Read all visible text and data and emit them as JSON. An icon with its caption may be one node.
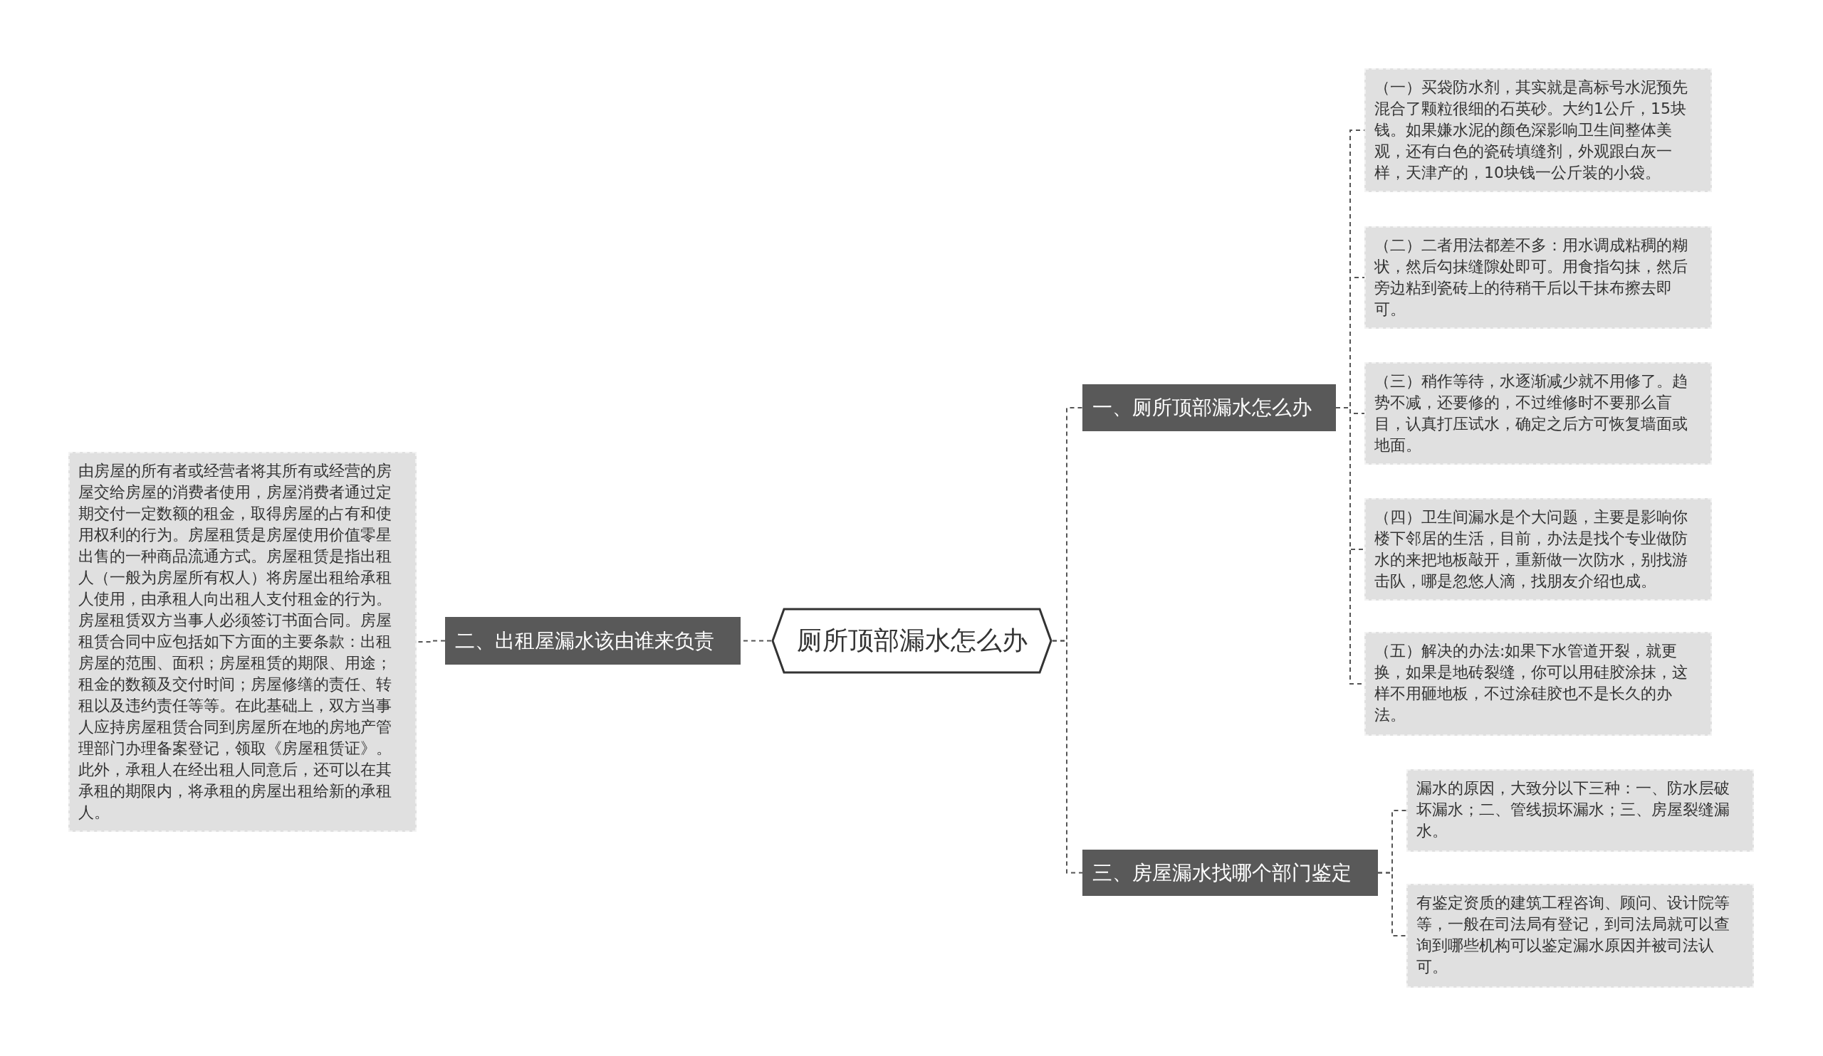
{
  "diagram": {
    "nodes": [
      {
        "text": [
          "厕所顶部漏水怎么办"
        ]
      },
      {
        "text": [
          "一、厕所顶部漏水怎么办"
        ]
      },
      {
        "text": [
          "（一）买袋防水剂，其实就是高标号水泥预先混合了颗粒很细的石英砂。大约1公斤，15块钱。如果嫌水泥的颜色深影响卫生间整体美观，还有白色的瓷砖填缝剂，外观跟白灰一样，天津产的，10块钱一公斤装的小袋。"
        ]
      },
      {
        "text": [
          "（二）二者用法都差不多：用水调成粘稠的糊状，然后勾抹缝隙处即可。用食指勾抹，然后旁边粘到瓷砖上的待稍干后以干抹布擦去即可。"
        ]
      },
      {
        "text": [
          "（三）稍作等待，水逐渐减少就不用修了。趋势不减，还要修的，不过维修时不要那么盲目，认真打压试水，确定之后方可恢复墙面或地面。"
        ]
      },
      {
        "text": [
          "（四）卫生间漏水是个大问题，主要是影响你楼下邻居的生活，目前，办法是找个专业做防水的来把地板敲开，重新做一次防水，别找游击队，哪是忽悠人滴，找朋友介绍也成。"
        ]
      },
      {
        "text": [
          "（五）解决的办法:如果下水管道开裂，就更换，如果是地砖裂缝，你可以用硅胶涂抹，这样不用砸地板，不过涂硅胶也不是长久的办法。"
        ]
      },
      {
        "text": [
          "二、出租屋漏水该由谁来负责"
        ]
      },
      {
        "text": [
          "由房屋的所有者或经营者将其所有或经营的房屋交给房屋的消费者使用，房屋消费者通过定期交付一定数额的租金，取得房屋的占有和使用权利的行为。房屋租赁是房屋使用价值零星出售的一种商品流通方式。房屋租赁是指出租人（一般为房屋所有权人）将房屋出租给承租人使用，由承租人向出租人支付租金的行为。房屋租赁双方当事人必须签订书面合同。房屋租赁合同中应包括如下方面的主要条款：出租房屋的范围、面积；房屋租赁的期限、用途；租金的数额及交付时间；房屋修缮的责任、转租以及违约责任等等。在此基础上，双方当事人应持房屋租赁合同到房屋所在地的房地产管理部门办理备案登记，领取《房屋租赁证》。此外，承租人在经出租人同意后，还可以在其承租的期限内，将承租的房屋出租给新的承租人。"
        ]
      },
      {
        "text": [
          "三、房屋漏水找哪个部门鉴定"
        ]
      },
      {
        "text": [
          "漏水的原因，大致分以下三种：一、防水层破坏漏水；二、管线损坏漏水；三、房屋裂缝漏水。"
        ]
      },
      {
        "text": [
          "有鉴定资质的建筑工程咨询、顾问、设计院等等，一般在司法局有登记，到司法局就可以查询到哪些机构可以鉴定漏水原因并被司法认可。"
        ]
      }
    ],
    "edges": [
      {
        "from": 0,
        "to": 1,
        "arrow": "none",
        "style": "dashed"
      },
      {
        "from": 1,
        "to": 2,
        "arrow": "none",
        "style": "dashed"
      },
      {
        "from": 1,
        "to": 3,
        "arrow": "none",
        "style": "dashed"
      },
      {
        "from": 1,
        "to": 4,
        "arrow": "none",
        "style": "dashed"
      },
      {
        "from": 1,
        "to": 5,
        "arrow": "none",
        "style": "dashed"
      },
      {
        "from": 1,
        "to": 6,
        "arrow": "none",
        "style": "dashed"
      },
      {
        "from": 0,
        "to": 7,
        "arrow": "none",
        "style": "dashed"
      },
      {
        "from": 7,
        "to": 8,
        "arrow": "none",
        "style": "dashed"
      },
      {
        "from": 0,
        "to": 9,
        "arrow": "none",
        "style": "dashed"
      },
      {
        "from": 9,
        "to": 10,
        "arrow": "none",
        "style": "dashed"
      },
      {
        "from": 9,
        "to": 11,
        "arrow": "none",
        "style": "dashed"
      }
    ]
  }
}
